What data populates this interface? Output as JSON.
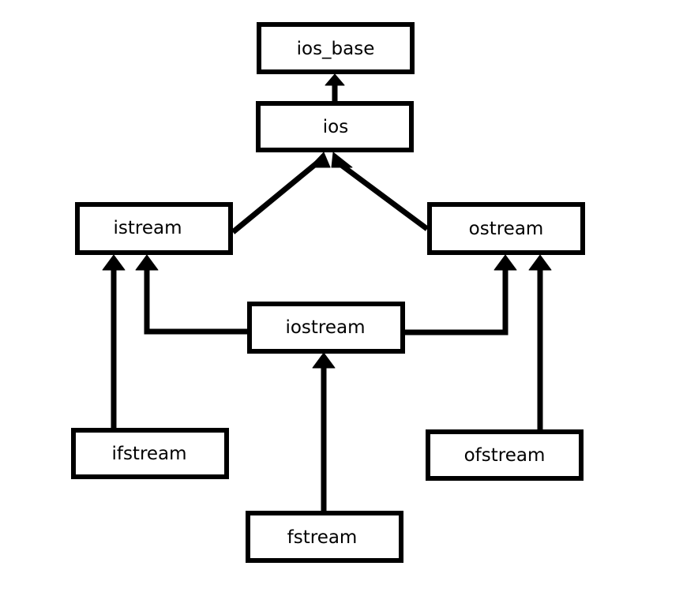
{
  "diagram": {
    "nodes": {
      "ios_base": "ios_base",
      "ios": "ios",
      "istream": "istream",
      "ostream": "ostream",
      "iostream": "iostream",
      "ifstream": "ifstream",
      "fstream": "fstream",
      "ofstream": "ofstream"
    },
    "edges": [
      {
        "from": "ios",
        "to": "ios_base"
      },
      {
        "from": "istream",
        "to": "ios"
      },
      {
        "from": "ostream",
        "to": "ios"
      },
      {
        "from": "iostream",
        "to": "istream"
      },
      {
        "from": "iostream",
        "to": "ostream"
      },
      {
        "from": "ifstream",
        "to": "istream"
      },
      {
        "from": "fstream",
        "to": "iostream"
      },
      {
        "from": "ofstream",
        "to": "ostream"
      }
    ]
  }
}
